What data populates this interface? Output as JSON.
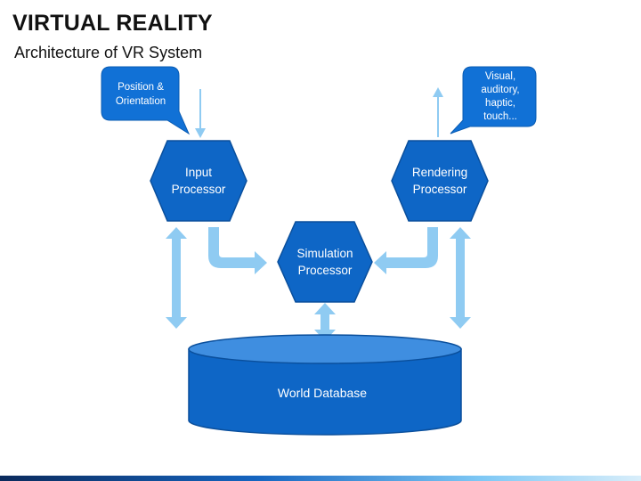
{
  "header": {
    "title": "VIRTUAL REALITY",
    "subtitle": "Architecture of VR System"
  },
  "diagram": {
    "input_callout": "Position &\nOrientation",
    "output_callout": "Visual,\nauditory,\nhaptic,\ntouch...",
    "input_processor": "Input\nProcessor",
    "simulation_processor": "Simulation\nProcessor",
    "rendering_processor": "Rendering\nProcessor",
    "world_database": "World Database"
  },
  "colors": {
    "shape_blue": "#0e66c6",
    "shape_border": "#0a4f9c",
    "arrow_blue": "#8fcbf2",
    "callout_blue": "#1171d6"
  }
}
